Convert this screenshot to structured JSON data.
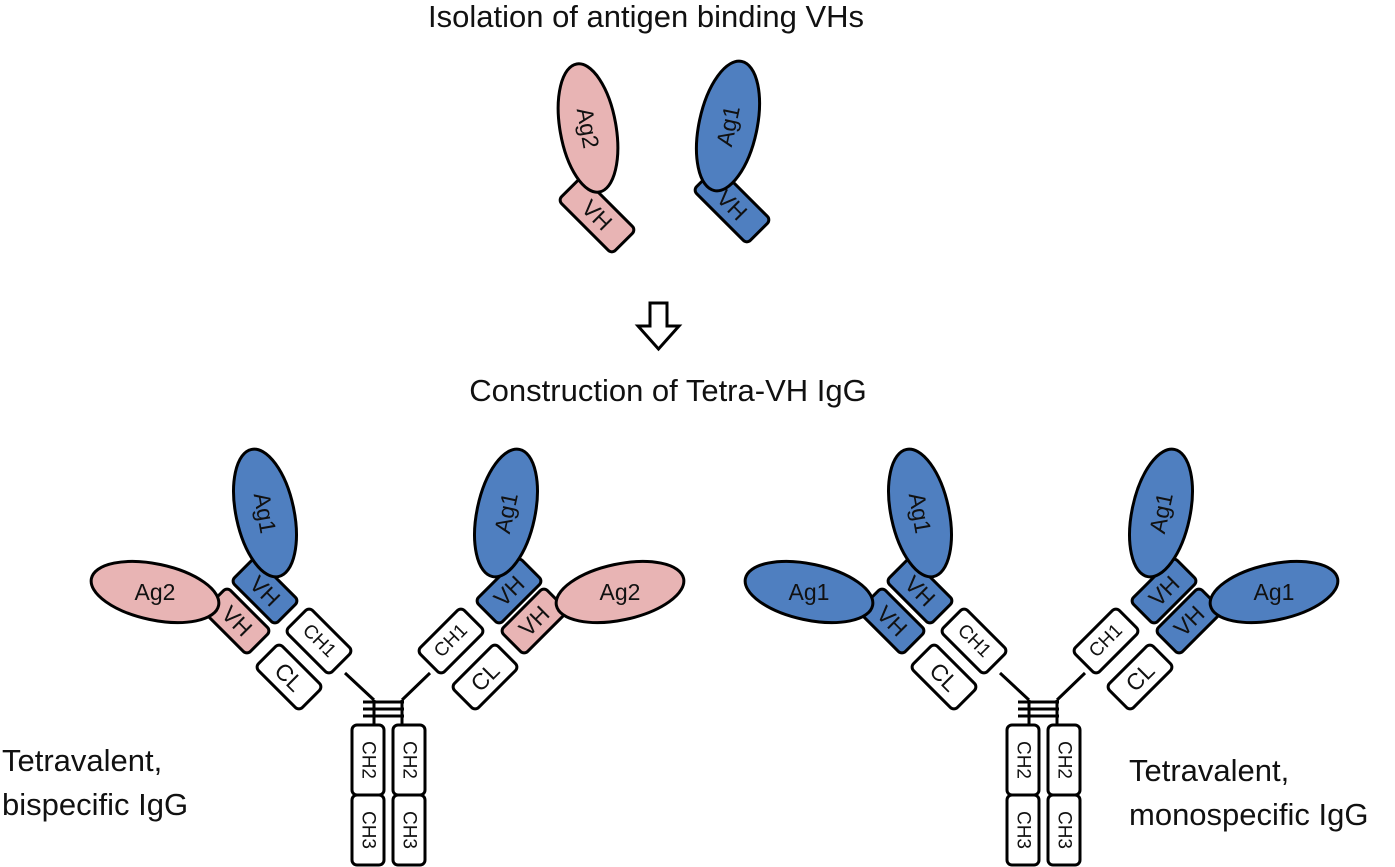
{
  "titles": {
    "top": "Isolation of antigen binding VHs",
    "middle": "Construction of Tetra-VH IgG"
  },
  "captions": {
    "left_line1": "Tetravalent,",
    "left_line2": "bispecific IgG",
    "right_line1": "Tetravalent,",
    "right_line2": "monospecific IgG"
  },
  "labels": {
    "ag1": "Ag1",
    "ag2": "Ag2",
    "vh": "VH",
    "ch1": "CH1",
    "cl": "CL",
    "ch2": "CH2",
    "ch3": "CH3"
  },
  "colors": {
    "ag1_domain": "#4f7fc0",
    "ag2_domain": "#e8b4b4",
    "constant_domain": "#ffffff",
    "outline": "#000000"
  },
  "icons": {
    "process_arrow": "down-arrow-icon"
  }
}
